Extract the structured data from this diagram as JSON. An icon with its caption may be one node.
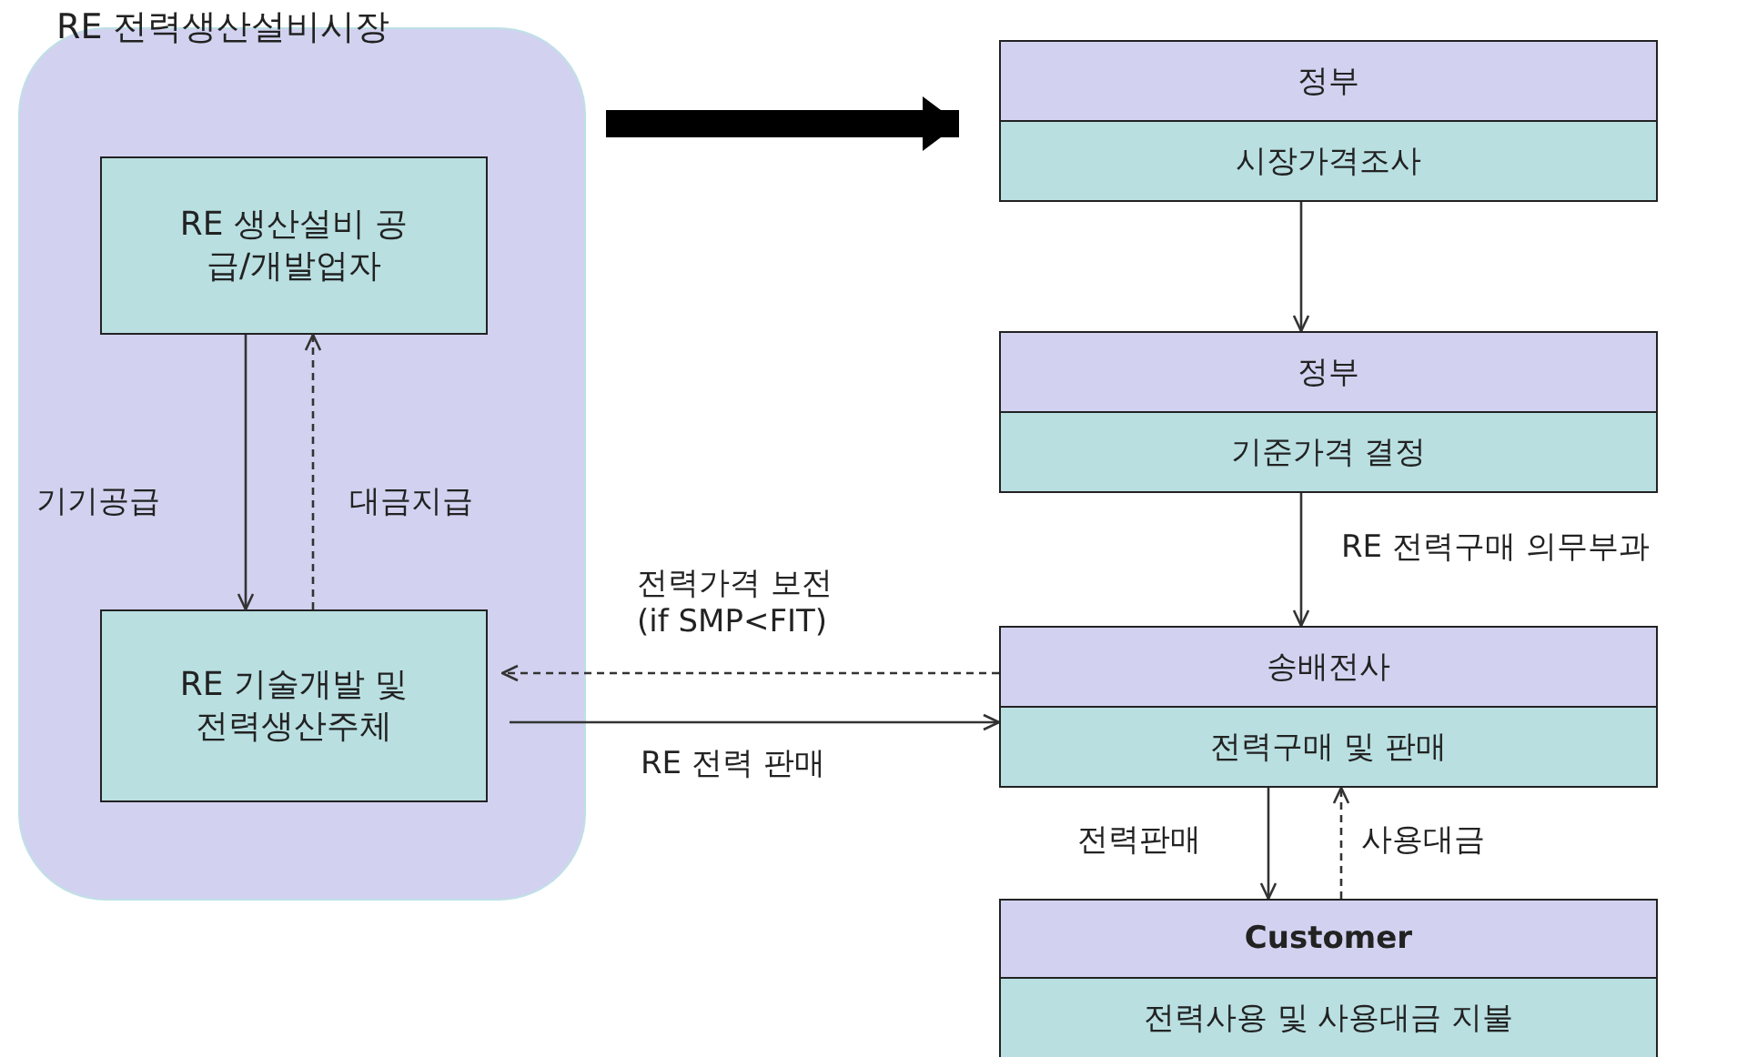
{
  "diagram": {
    "nodes": [
      {
        "text": [
          "RE 전력생산설비시장"
        ]
      },
      {
        "text": [
          "RE 생산설비 공급/개발업자"
        ],
        "in": 0
      },
      {
        "text": [
          "RE 기술개발 및 전력생산주체"
        ],
        "in": 0
      },
      {
        "text": [
          "정부",
          "시장가격조사"
        ]
      },
      {
        "text": [
          "정부",
          "기준가격 결정"
        ]
      },
      {
        "text": [
          "송배전사",
          "전력구매 및 판매"
        ]
      },
      {
        "text": [
          "Customer",
          "전력사용 및 사용대금 지불"
        ]
      }
    ],
    "edges": [
      {
        "from": 0,
        "to": 3,
        "arrow": "to",
        "style": "thick"
      },
      {
        "from": 3,
        "to": 4,
        "arrow": "to"
      },
      {
        "from": 4,
        "to": 5,
        "arrow": "to",
        "label": "RE 전력구매 의무부과"
      },
      {
        "from": 1,
        "to": 2,
        "arrow": "to",
        "label": "기기공급"
      },
      {
        "from": 2,
        "to": 1,
        "arrow": "to",
        "style": "dashed",
        "label": "대금지급"
      },
      {
        "from": 5,
        "to": 2,
        "arrow": "to",
        "style": "dashed",
        "label": "전력가격 보전 (if SMP<FIT)"
      },
      {
        "from": 2,
        "to": 5,
        "arrow": "to",
        "label": "RE 전력 판매"
      },
      {
        "from": 5,
        "to": 6,
        "arrow": "to",
        "label": "전력판매"
      },
      {
        "from": 6,
        "to": 5,
        "arrow": "to",
        "style": "dashed",
        "label": "사용대금"
      }
    ]
  }
}
